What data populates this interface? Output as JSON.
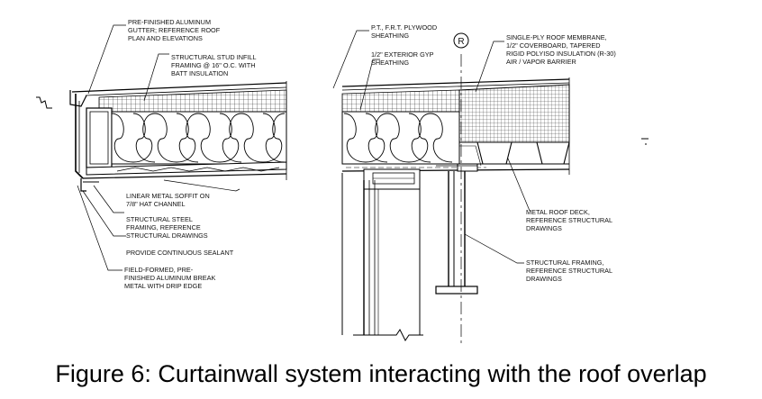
{
  "notes": {
    "gutter": [
      "PRE-FINISHED ALUMINUM",
      "GUTTER; REFERENCE ROOF",
      "PLAN AND ELEVATIONS"
    ],
    "stud_infill": [
      "STRUCTURAL STUD INFILL",
      "FRAMING @ 16\" O.C. WITH",
      "BATT INSULATION"
    ],
    "soffit": [
      "LINEAR METAL SOFFIT ON",
      "7/8\" HAT CHANNEL"
    ],
    "steel_framing": [
      "STRUCTURAL STEEL",
      "FRAMING, REFERENCE",
      "STRUCTURAL DRAWINGS"
    ],
    "sealant": [
      "PROVIDE CONTINUOUS SEALANT"
    ],
    "break_metal": [
      "FIELD-FORMED, PRE-",
      "FINISHED ALUMINUM BREAK",
      "METAL WITH DRIP EDGE"
    ],
    "plywood": [
      "P.T., F.R.T. PLYWOOD",
      "SHEATHING"
    ],
    "gyp": [
      "1/2\" EXTERIOR GYP",
      "SHEATHING"
    ],
    "membrane": [
      "SINGLE-PLY ROOF MEMBRANE,",
      "1/2\" COVERBOARD, TAPERED",
      "RIGID POLYISO INSULATION (R-30)",
      "AIR / VAPOR BARRIER"
    ],
    "deck": [
      "METAL ROOF DECK,",
      "REFERENCE STRUCTURAL",
      "DRAWINGS"
    ],
    "framing": [
      "STRUCTURAL FRAMING,",
      "REFERENCE STRUCTURAL",
      "DRAWINGS"
    ]
  },
  "grid_marker": "R",
  "caption": "Figure 6: Curtainwall system interacting with the roof overlap"
}
